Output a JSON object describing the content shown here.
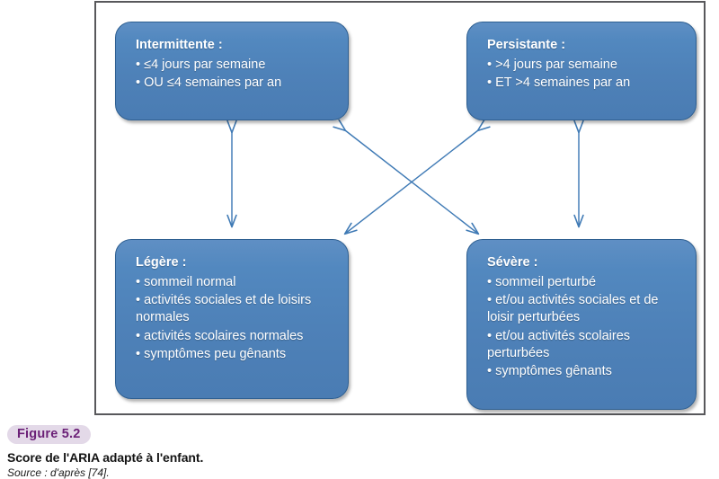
{
  "figure": {
    "frame_border_color": "#58585b",
    "box_fill_color": "#4e81b8",
    "box_border_color": "#2e5f91",
    "arrow_color": "#3f7ab5",
    "boxes": [
      {
        "id": "intermittente",
        "title": "Intermittente :",
        "items": [
          "≤4 jours par semaine",
          "OU ≤4 semaines par an"
        ]
      },
      {
        "id": "persistante",
        "title": "Persistante :",
        "items": [
          ">4 jours par semaine",
          "ET >4 semaines par an"
        ]
      },
      {
        "id": "legere",
        "title": "Légère :",
        "items": [
          "sommeil normal",
          "activités sociales et de loisirs normales",
          "activités scolaires normales",
          "symptômes peu gênants"
        ]
      },
      {
        "id": "severe",
        "title": "Sévère :",
        "items": [
          "sommeil perturbé",
          "et/ou activités sociales et de loisir perturbées",
          "et/ou activités scolaires perturbées",
          "symptômes gênants"
        ]
      }
    ],
    "arrows": [
      {
        "name": "arrow-intermittente-legere",
        "kind": "double-vertical"
      },
      {
        "name": "arrow-persistante-severe",
        "kind": "double-vertical"
      },
      {
        "name": "arrow-intermittente-severe",
        "kind": "double-diagonal"
      },
      {
        "name": "arrow-persistante-legere",
        "kind": "double-diagonal"
      }
    ]
  },
  "caption": {
    "badge": "Figure 5.2",
    "badge_bg": "#e3d9e8",
    "badge_color": "#6b2077",
    "title": "Score de l'ARIA adapté à l'enfant.",
    "source": "Source : d'après [74]."
  }
}
